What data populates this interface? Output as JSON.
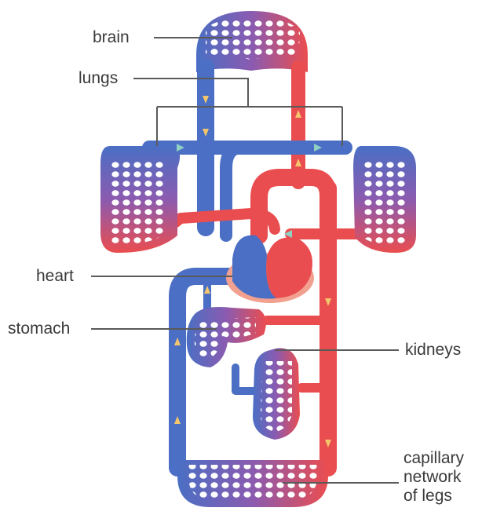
{
  "labels": {
    "brain": "brain",
    "lungs": "lungs",
    "heart": "heart",
    "stomach": "stomach",
    "kidneys": "kidneys",
    "legs": [
      "capillary",
      "network",
      "of legs"
    ]
  },
  "colors": {
    "deoxygenated": "#4a6fc4",
    "oxygenated": "#ea4d4f",
    "mixed": "#8b5bb0",
    "flow_arrow": "#f3c66d",
    "lung_arrow": "#8fd0c4",
    "leader": "#5a5a5a",
    "heart_shadow": "#f2a08f"
  }
}
